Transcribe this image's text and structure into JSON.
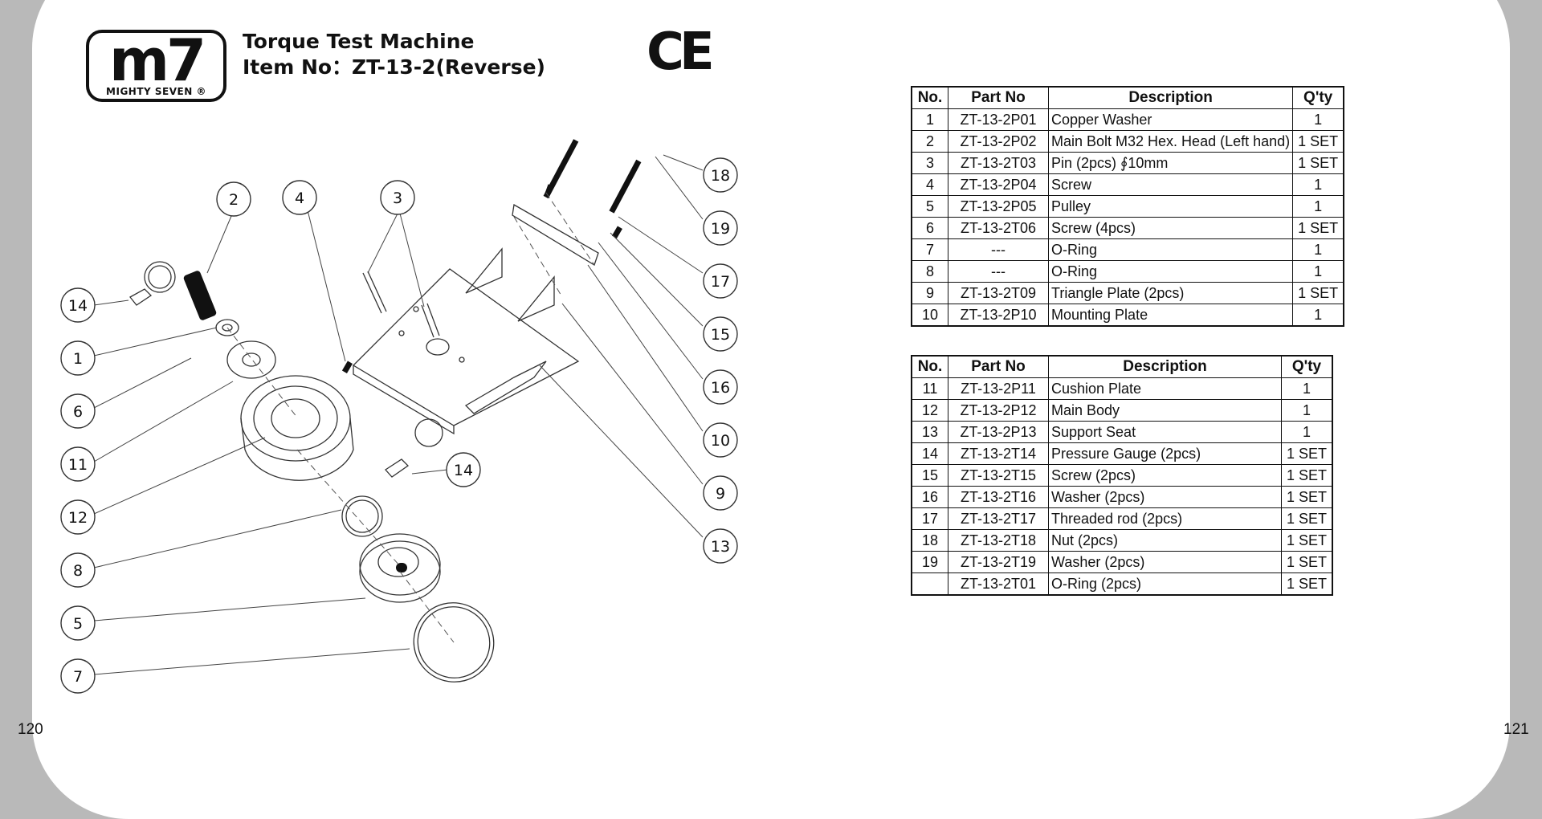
{
  "brand": {
    "logo_text": "m7",
    "logo_subtext": "MIGHTY SEVEN ®"
  },
  "header": {
    "title": "Torque Test Machine",
    "item_line": "Item No：ZT-13-2(Reverse)",
    "cert_mark": "CE"
  },
  "pages": {
    "left": "120",
    "right": "121"
  },
  "callouts": [
    "2",
    "4",
    "3",
    "18",
    "19",
    "14",
    "1",
    "6",
    "11",
    "12",
    "8",
    "5",
    "7",
    "14",
    "17",
    "15",
    "16",
    "10",
    "9",
    "13"
  ],
  "table1": {
    "headers": [
      "No.",
      "Part No",
      "Description",
      "Q'ty"
    ],
    "rows": [
      [
        "1",
        "ZT-13-2P01",
        "Copper Washer",
        "1"
      ],
      [
        "2",
        "ZT-13-2P02",
        "Main Bolt M32 Hex. Head (Left hand)",
        "1 SET"
      ],
      [
        "3",
        "ZT-13-2T03",
        "Pin  (2pcs) ∮10mm",
        "1 SET"
      ],
      [
        "4",
        "ZT-13-2P04",
        "Screw",
        "1"
      ],
      [
        "5",
        "ZT-13-2P05",
        "Pulley",
        "1"
      ],
      [
        "6",
        "ZT-13-2T06",
        "Screw (4pcs)",
        "1 SET"
      ],
      [
        "7",
        "---",
        "O-Ring",
        "1"
      ],
      [
        "8",
        "---",
        "O-Ring",
        "1"
      ],
      [
        "9",
        "ZT-13-2T09",
        "Triangle Plate (2pcs)",
        "1 SET"
      ],
      [
        "10",
        "ZT-13-2P10",
        "Mounting Plate",
        "1"
      ]
    ]
  },
  "table2": {
    "headers": [
      "No.",
      "Part No",
      "Description",
      "Q'ty"
    ],
    "rows": [
      [
        "11",
        "ZT-13-2P11",
        "Cushion Plate",
        "1"
      ],
      [
        "12",
        "ZT-13-2P12",
        "Main Body",
        "1"
      ],
      [
        "13",
        "ZT-13-2P13",
        "Support Seat",
        "1"
      ],
      [
        "14",
        "ZT-13-2T14",
        "Pressure Gauge (2pcs)",
        "1 SET"
      ],
      [
        "15",
        "ZT-13-2T15",
        "Screw (2pcs)",
        "1 SET"
      ],
      [
        "16",
        "ZT-13-2T16",
        "Washer (2pcs)",
        "1 SET"
      ],
      [
        "17",
        "ZT-13-2T17",
        "Threaded rod (2pcs)",
        "1 SET"
      ],
      [
        "18",
        "ZT-13-2T18",
        "Nut (2pcs)",
        "1 SET"
      ],
      [
        "19",
        "ZT-13-2T19",
        "Washer (2pcs)",
        "1 SET"
      ],
      [
        "",
        "ZT-13-2T01",
        "O-Ring (2pcs)",
        "1 SET"
      ]
    ]
  }
}
